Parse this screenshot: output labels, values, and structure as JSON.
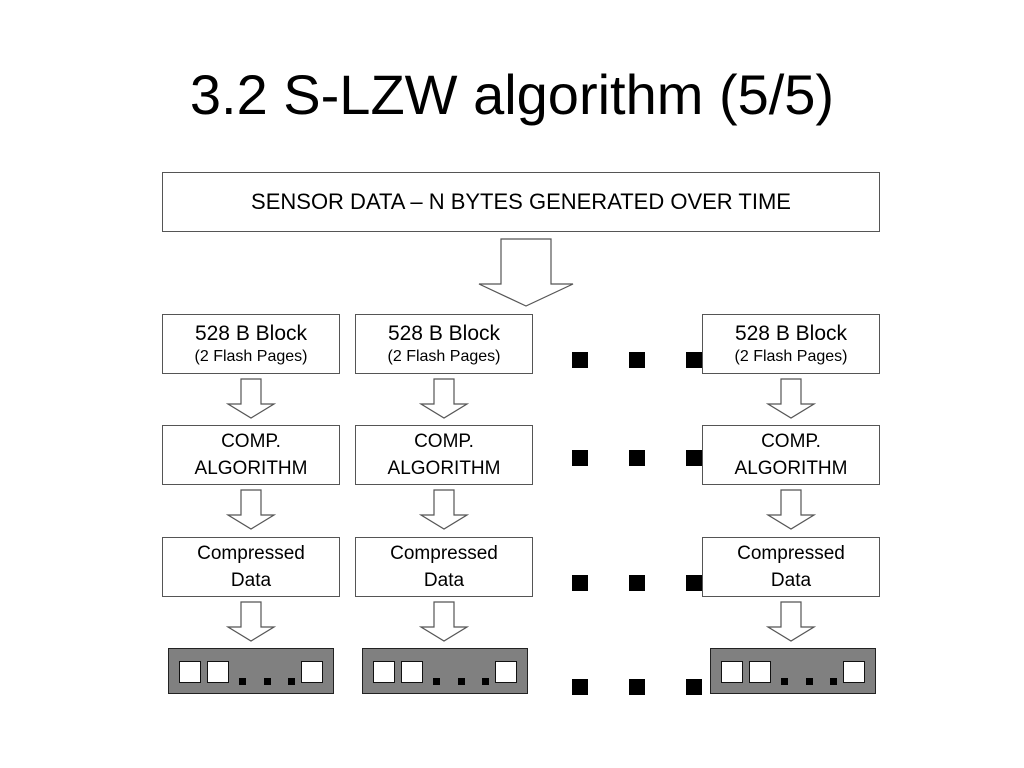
{
  "title": "3.2 S-LZW algorithm (5/5)",
  "source": {
    "label": "SENSOR DATA – N BYTES GENERATED OVER TIME"
  },
  "block": {
    "line1": "528 B Block",
    "line2": "(2 Flash Pages)"
  },
  "compressor": {
    "line1": "COMP.",
    "line2": "ALGORITHM"
  },
  "output": {
    "line1": "Compressed",
    "line2": "Data"
  },
  "colors": {
    "storage_fill": "#808080",
    "border": "#555555"
  }
}
